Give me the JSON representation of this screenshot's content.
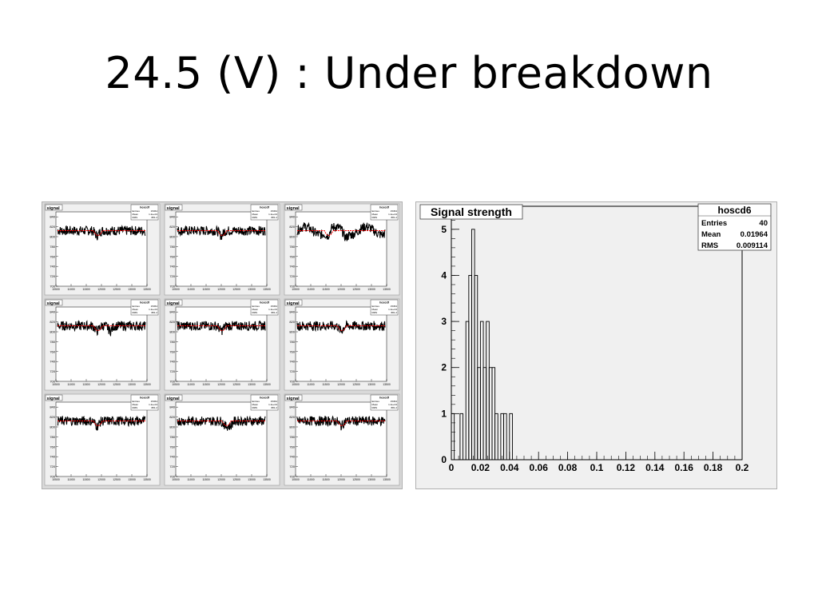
{
  "slide": {
    "title": "24.5 (V) : Under breakdown"
  },
  "colors": {
    "signal_trace": "#000000",
    "fit_line": "#ff0000",
    "frame_bg": "#f0f0f0",
    "plot_bg": "#ffffff"
  },
  "chart_data": [
    {
      "type": "line",
      "layout": "grid-3x3",
      "panel_title": "signal",
      "stats_box": {
        "name": "hoscdf",
        "labels": [
          "Entries",
          "Mean",
          "RMS"
        ],
        "values": [
          "15364",
          "1.2e+04",
          "881.2"
        ]
      },
      "xlim": [
        10500,
        13500
      ],
      "ylim": [
        700,
        850
      ],
      "x_ticks": [
        "10500",
        "11000",
        "11500",
        "12000",
        "12500",
        "13000",
        "13500"
      ],
      "y_ticks": [
        "700",
        "720",
        "740",
        "760",
        "780",
        "800",
        "820",
        "840"
      ],
      "baseline": 812,
      "series": [
        {
          "name": "signal",
          "panels": 9,
          "baseline": 812,
          "noise": 6
        },
        {
          "name": "fit",
          "panels": 9,
          "value": 812
        }
      ]
    },
    {
      "type": "bar",
      "histogram": true,
      "title": "Signal strength",
      "stats_box": {
        "name": "hoscd6",
        "labels": [
          "Entries",
          "Mean",
          "RMS"
        ],
        "values": [
          "40",
          "0.01964",
          "0.009114"
        ]
      },
      "xlim": [
        0,
        0.2
      ],
      "ylim": [
        0,
        5.5
      ],
      "x_ticks": [
        "0",
        "0.02",
        "0.04",
        "0.06",
        "0.08",
        "0.1",
        "0.12",
        "0.14",
        "0.16",
        "0.18",
        "0.2"
      ],
      "y_ticks": [
        "0",
        "1",
        "2",
        "3",
        "4",
        "5"
      ],
      "bin_width": 0.002,
      "bins": [
        {
          "x": 0.0,
          "count": 1
        },
        {
          "x": 0.006,
          "count": 1
        },
        {
          "x": 0.01,
          "count": 3
        },
        {
          "x": 0.012,
          "count": 4
        },
        {
          "x": 0.014,
          "count": 5
        },
        {
          "x": 0.016,
          "count": 4
        },
        {
          "x": 0.018,
          "count": 2
        },
        {
          "x": 0.02,
          "count": 3
        },
        {
          "x": 0.022,
          "count": 2
        },
        {
          "x": 0.024,
          "count": 3
        },
        {
          "x": 0.026,
          "count": 2
        },
        {
          "x": 0.028,
          "count": 2
        },
        {
          "x": 0.03,
          "count": 1
        },
        {
          "x": 0.034,
          "count": 1
        },
        {
          "x": 0.036,
          "count": 1
        },
        {
          "x": 0.04,
          "count": 1
        }
      ]
    }
  ]
}
